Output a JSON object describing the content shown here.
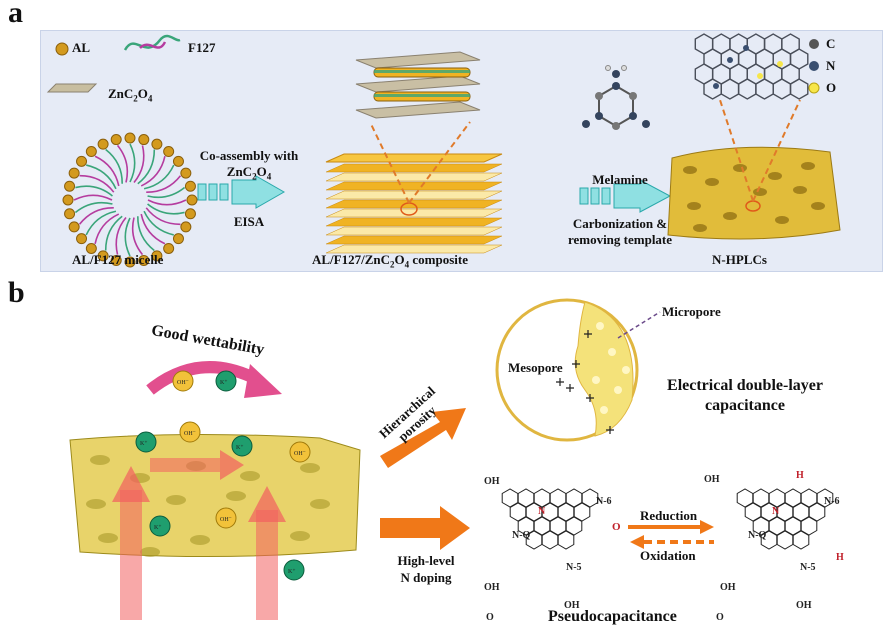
{
  "panels": {
    "a": {
      "letter": "a",
      "legend": {
        "al": "AL",
        "f127": "F127",
        "znc2o4": "ZnC2O4"
      },
      "arrow1": {
        "line1": "Co-assembly with",
        "line2": "ZnC2O4",
        "method": "EISA"
      },
      "arrow2": {
        "reagent": "Melamine",
        "line1": "Carbonization &",
        "line2": "removing template"
      },
      "labels": {
        "micelle": "AL/F127 micelle",
        "composite": "AL/F127/ZnC2O4 composite",
        "product": "N-HPLCs"
      },
      "atom_legend": {
        "c": "C",
        "n": "N",
        "o": "O"
      },
      "colors": {
        "background": "#e6ebf6",
        "arrow": "#3fc6c8",
        "layer_gold": "#f0b323",
        "layer_light": "#fbe9a8"
      }
    },
    "b": {
      "letter": "b",
      "wettability": "Good wettability",
      "porosity_line1": "Hierarchical",
      "porosity_line2": "porosity",
      "micropore": "Micropore",
      "mesopore": "Mesopore",
      "edlc_line1": "Electrical double-layer",
      "edlc_line2": "capacitance",
      "doping_line1": "High-level",
      "doping_line2": "N doping",
      "reduction": "Reduction",
      "oxidation": "Oxidation",
      "pseudo": "Pseudocapacitance",
      "n6": "N-6",
      "nq": "N-Q",
      "n5": "N-5",
      "ion_oh": "OH⁻",
      "ion_k": "K⁺",
      "chem": {
        "o": "O",
        "oh": "OH",
        "n": "N",
        "h": "H"
      },
      "colors": {
        "arrow_orange": "#f07818",
        "pink_arrow": "#e24f8e",
        "sphere_gold": "#f2c23a",
        "sphere_green": "#1f9e6e",
        "carbon_bg": "#e8d36a"
      }
    }
  }
}
